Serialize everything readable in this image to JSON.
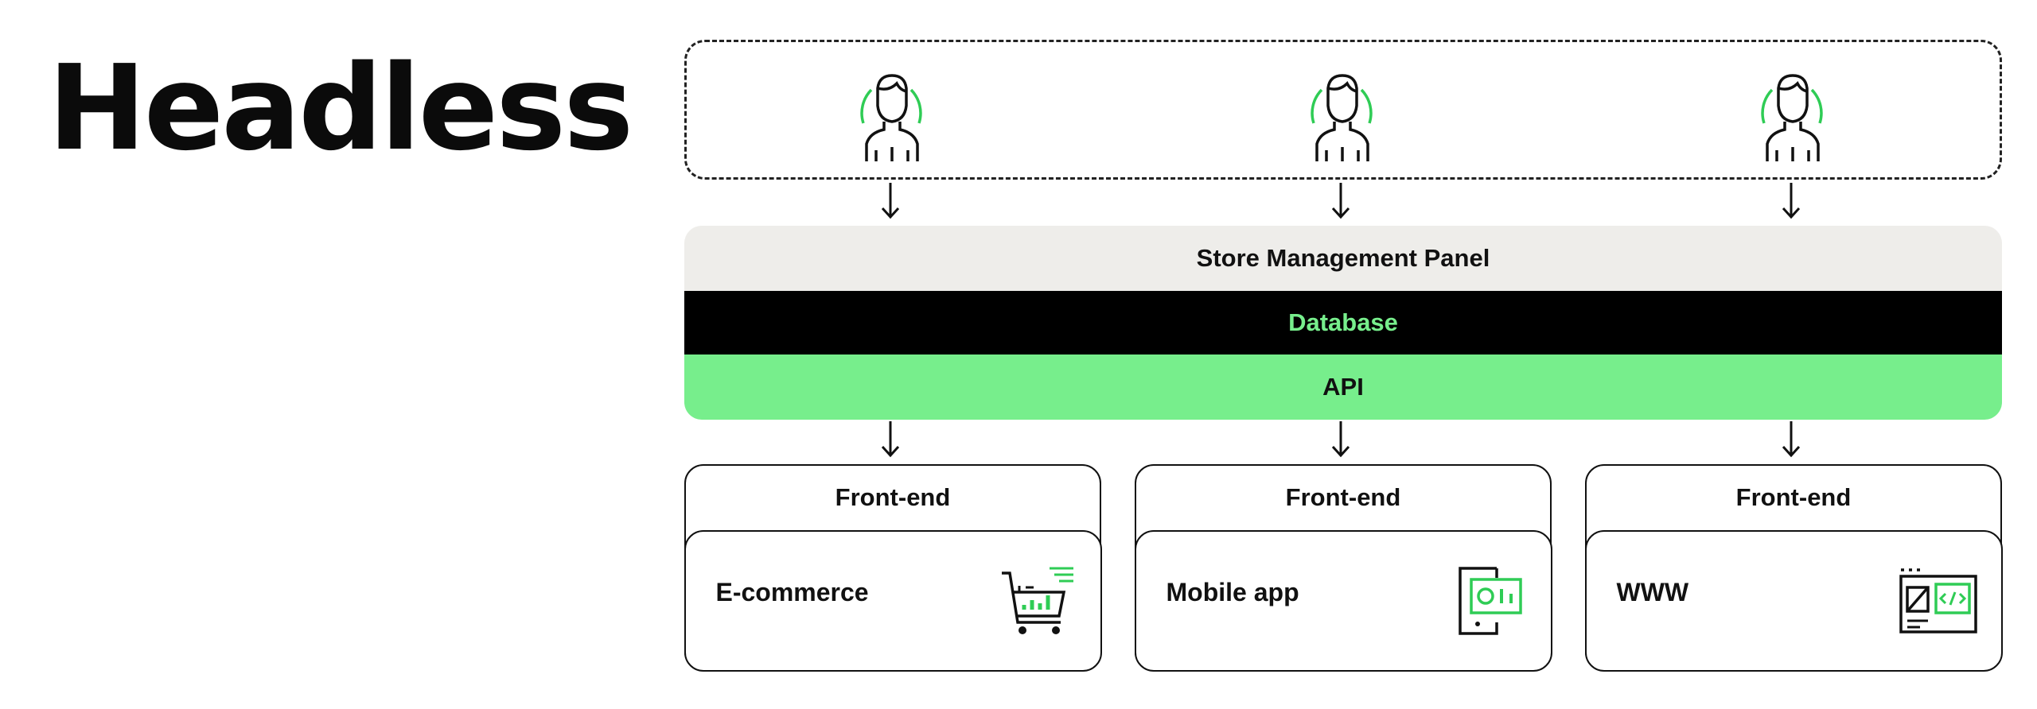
{
  "title": "Headless",
  "users": [
    {
      "icon": "user-icon"
    },
    {
      "icon": "user-icon"
    },
    {
      "icon": "user-icon"
    }
  ],
  "stack": {
    "panel": "Store Management Panel",
    "database": "Database",
    "api": "API"
  },
  "frontends": [
    {
      "header": "Front-end",
      "label": "E-commerce",
      "icon": "shopping-cart-chart-icon"
    },
    {
      "header": "Front-end",
      "label": "Mobile app",
      "icon": "tablet-dashboard-icon"
    },
    {
      "header": "Front-end",
      "label": "WWW",
      "icon": "browser-code-icon"
    }
  ],
  "colors": {
    "accent": "#77ee8c",
    "dark": "#000000",
    "panel": "#eeedea"
  }
}
